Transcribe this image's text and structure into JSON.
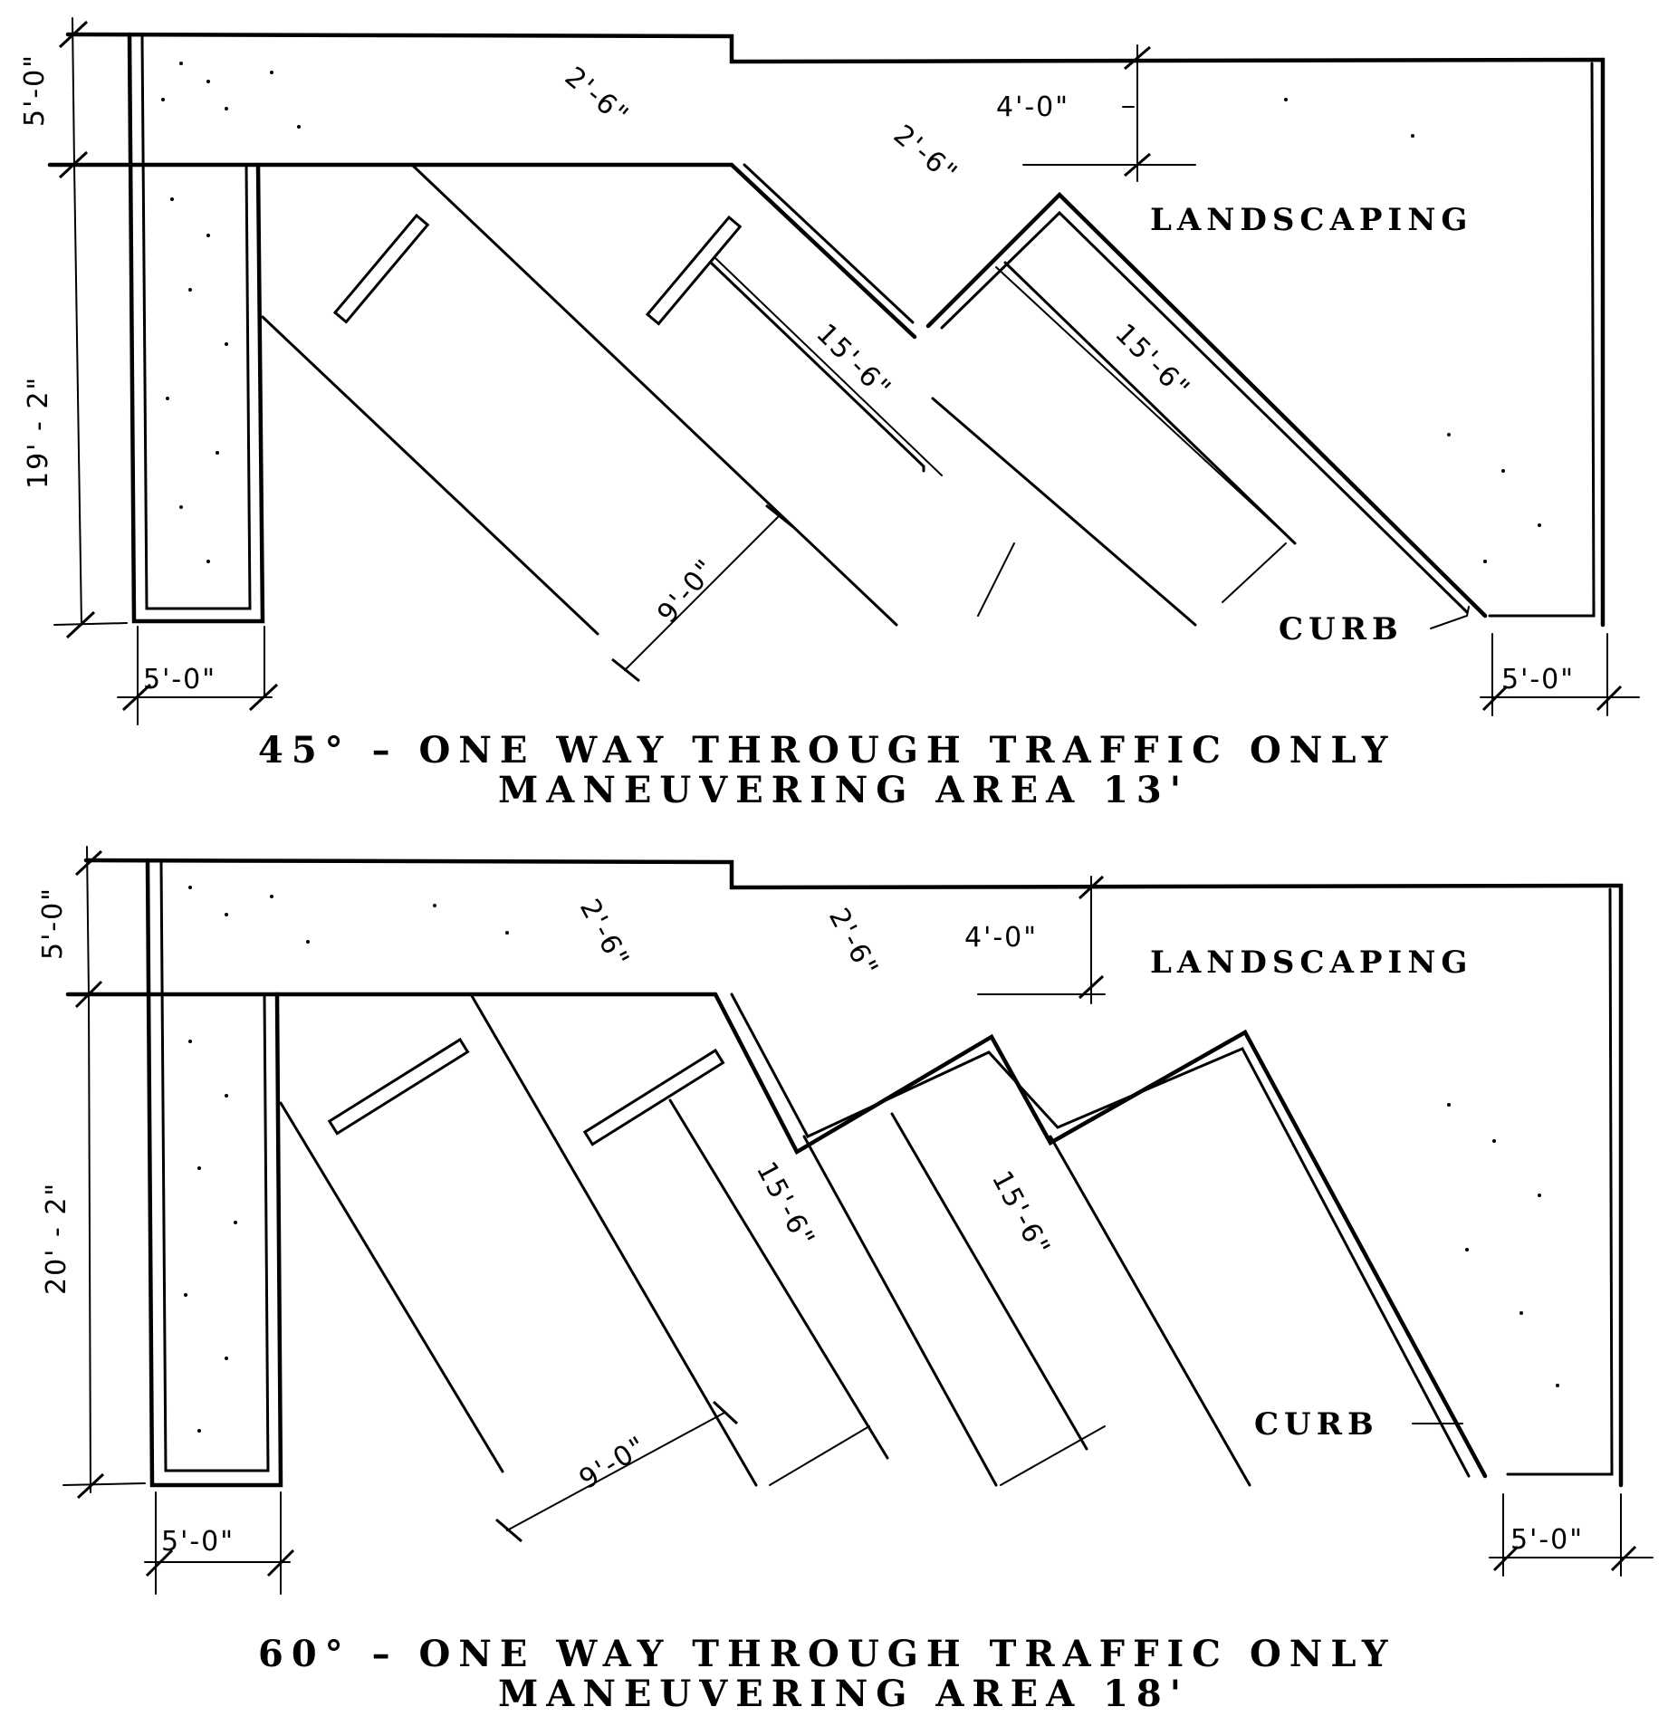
{
  "diagrams": [
    {
      "id": "45-degree",
      "caption_line1": "45°  –  ONE WAY THROUGH TRAFFIC ONLY",
      "caption_line2": "MANEUVERING AREA 13'",
      "angle": "45°",
      "traffic": "ONE WAY THROUGH TRAFFIC ONLY",
      "maneuvering_area": "13'",
      "labels": {
        "landscaping": "LANDSCAPING",
        "curb": "CURB"
      },
      "dimensions": {
        "top_buffer": "5'-0\"",
        "row_depth": "19' - 2\"",
        "left_island_width": "5'-0\"",
        "right_island_width": "5'-0\"",
        "setback": "4'-0\"",
        "overhang_1": "2'-6\"",
        "overhang_2": "2'-6\"",
        "stall_length_1": "15'-6\"",
        "stall_length_2": "15'-6\"",
        "stall_width": "9'-0\""
      }
    },
    {
      "id": "60-degree",
      "caption_line1": "60°  –  ONE WAY THROUGH TRAFFIC ONLY",
      "caption_line2": "MANEUVERING AREA 18'",
      "angle": "60°",
      "traffic": "ONE WAY THROUGH TRAFFIC ONLY",
      "maneuvering_area": "18'",
      "labels": {
        "landscaping": "LANDSCAPING",
        "curb": "CURB"
      },
      "dimensions": {
        "top_buffer": "5'-0\"",
        "row_depth": "20' - 2\"",
        "left_island_width": "5'-0\"",
        "right_island_width": "5'-0\"",
        "setback": "4'-0\"",
        "overhang_1": "2'-6\"",
        "overhang_2": "2'-6\"",
        "stall_length_1": "15'-6\"",
        "stall_length_2": "15'-6\"",
        "stall_width": "9'-0\""
      }
    }
  ]
}
